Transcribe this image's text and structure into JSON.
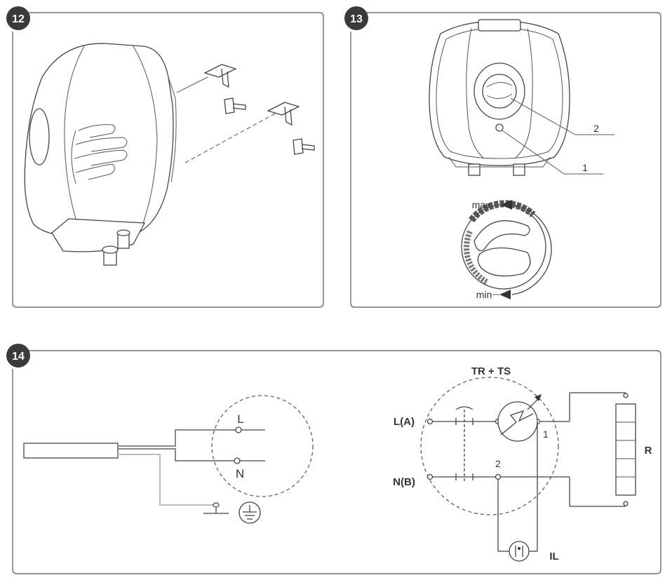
{
  "panels": [
    {
      "number": "12"
    },
    {
      "number": "13"
    },
    {
      "number": "14"
    }
  ],
  "panel13": {
    "callout_1": "1",
    "callout_2": "2",
    "knob_max": "max",
    "knob_min": "min"
  },
  "panel14": {
    "terminal_L": "L",
    "terminal_N": "N",
    "schematic_title": "TR + TS",
    "label_LA": "L(A)",
    "label_NB": "N(B)",
    "node_1": "1",
    "node_2": "2",
    "label_R": "R",
    "label_IL": "IL"
  }
}
